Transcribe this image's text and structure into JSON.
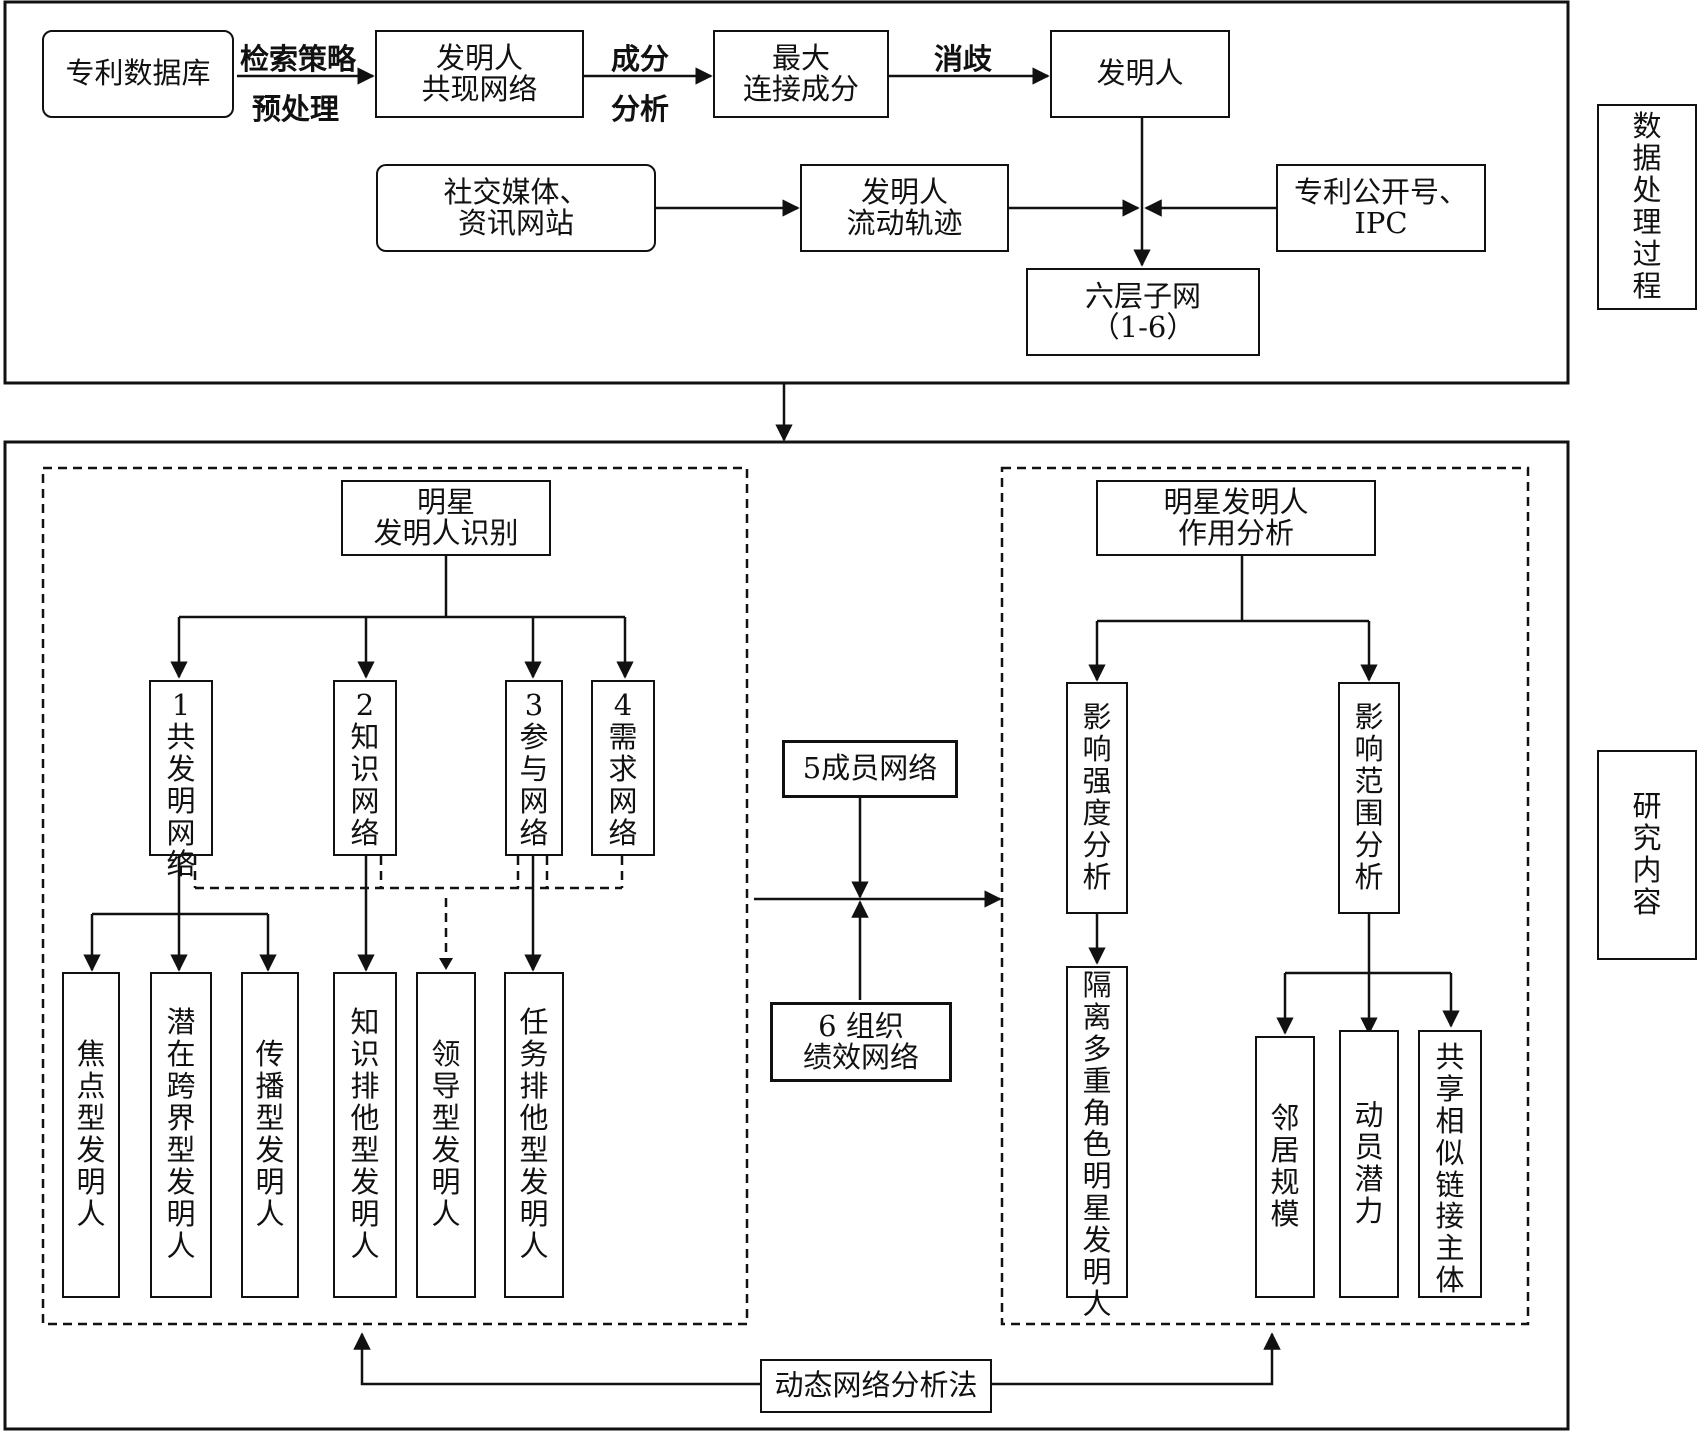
{
  "pipeline": {
    "source_db": "专利数据库",
    "edge_search": "检索策略",
    "edge_preprocess": "预处理",
    "cooccurrence": "发明人\n共现网络",
    "edge_component_1": "成分",
    "edge_component_2": "分析",
    "max_component": "最大\n连接成分",
    "edge_disambig": "消歧",
    "inventor": "发明人",
    "social": "社交媒体、\n资讯网站",
    "mobility": "发明人\n流动轨迹",
    "patent_pub": "专利公开号、\nIPC",
    "six_layer": "六层子网\n（1-6）"
  },
  "side_labels": {
    "data_process": "数据处理过程",
    "research": "研究内容"
  },
  "left_panel": {
    "title": "明星\n发明人识别",
    "nets": [
      "1共发明网络",
      "2知识网络",
      "3参与网络",
      "4需求网络"
    ],
    "types": [
      "焦点型发明人",
      "潜在跨界型发明人",
      "传播型发明人",
      "知识排他型发明人",
      "领导型发明人",
      "任务排他型发明人"
    ]
  },
  "middle": {
    "net5": "5成员网络",
    "net6": "6 组织\n绩效网络"
  },
  "right_panel": {
    "title": "明星发明人\n作用分析",
    "strength": "影响强度分析",
    "scope": "影响范围分析",
    "isolate": "隔离多重角色明星发明人",
    "neighbor": "邻居规模",
    "mobilize": "动员潜力",
    "share": "共享相似链接主体"
  },
  "method": "动态网络分析法"
}
